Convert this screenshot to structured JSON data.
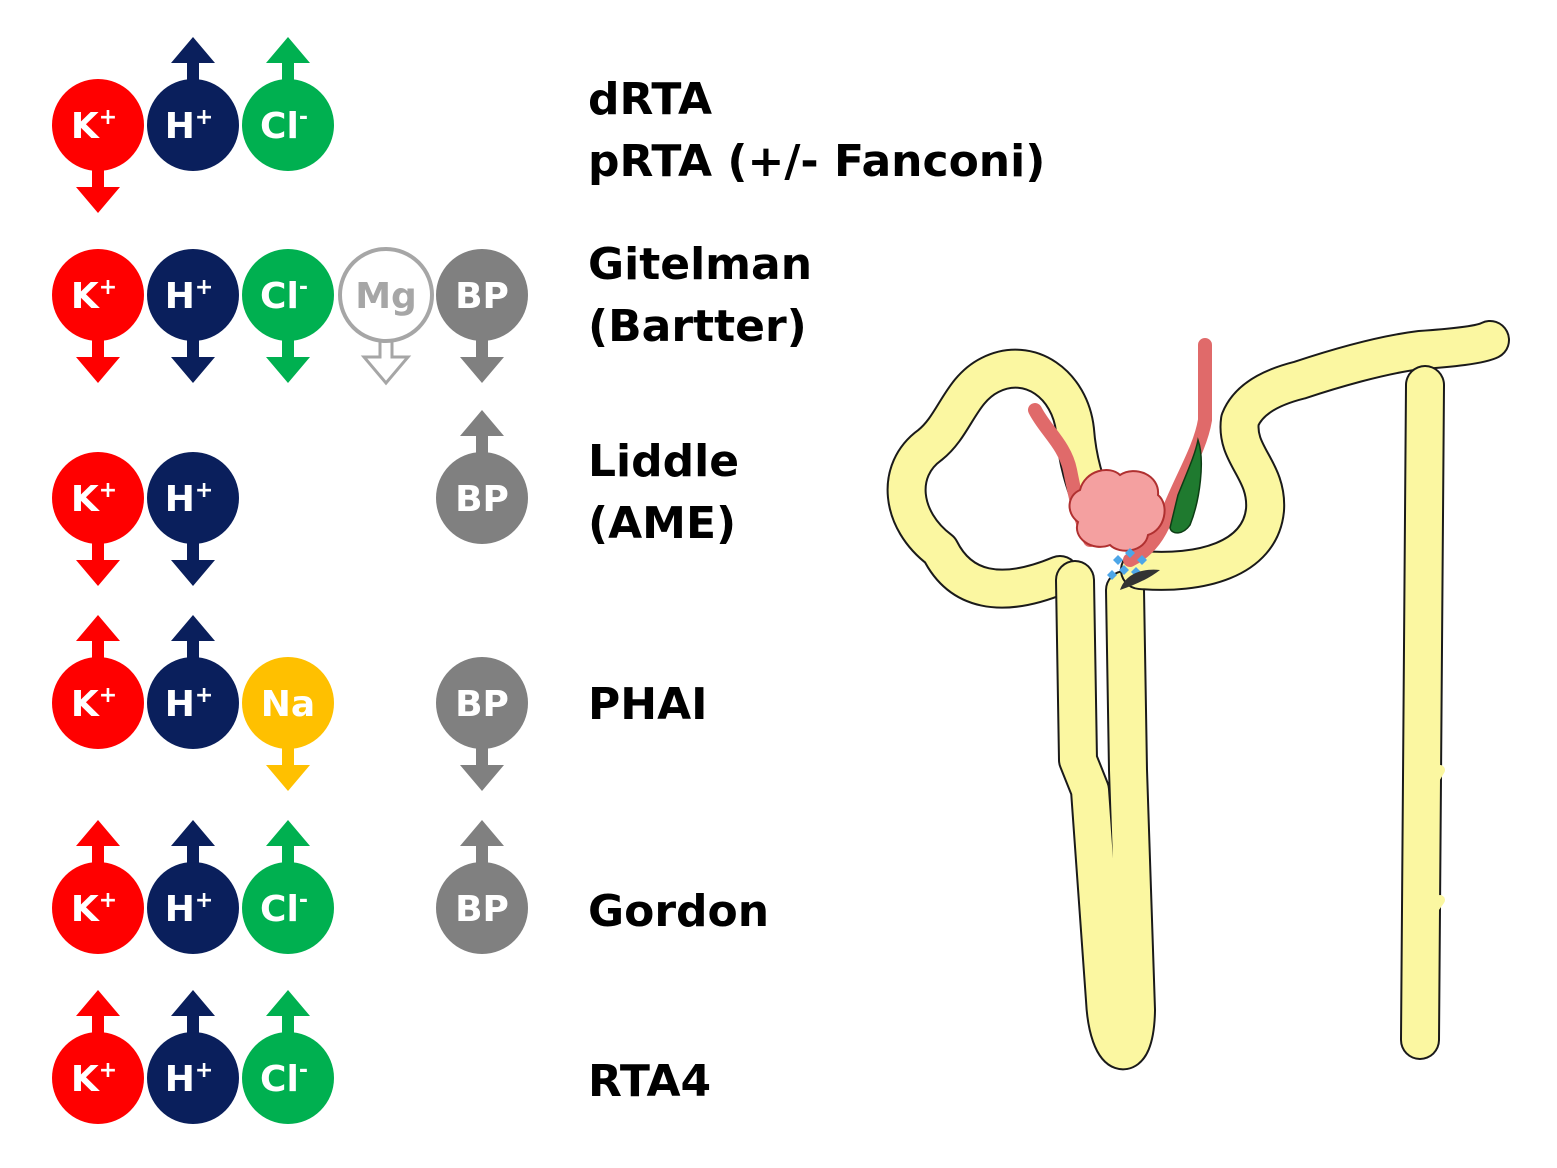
{
  "colors": {
    "K": "#ff0000",
    "H": "#0a1f5c",
    "Cl": "#00b050",
    "Na": "#ffc000",
    "BP": "#808080",
    "Mg_outline": "#a6a6a6",
    "tubule": "#fbf7a1",
    "tubule_outline": "#1a1a1a",
    "glomerulus": "#f4a0a0",
    "vessel": "#e06a6a",
    "macula": "#1f7a2f",
    "renin": "#4da6e8"
  },
  "icons": {
    "up": "up-arrow-icon",
    "down": "down-arrow-icon",
    "down_hollow": "hollow-down-arrow-icon",
    "nephron": "nephron-illustration"
  },
  "ions": {
    "K": {
      "main": "K",
      "sup": "+"
    },
    "H": {
      "main": "H",
      "sup": "+"
    },
    "Cl": {
      "main": "Cl",
      "sup": "-"
    },
    "Na": {
      "main": "Na",
      "sup": ""
    },
    "Mg": {
      "main": "Mg",
      "sup": ""
    },
    "BP": {
      "main": "BP",
      "sup": ""
    }
  },
  "rows": [
    {
      "id": "drta",
      "labels": [
        "dRTA",
        "pRTA (+/- Fanconi)"
      ],
      "badges": [
        {
          "ion": "K",
          "arrow": "down"
        },
        {
          "ion": "H",
          "arrow": "up"
        },
        {
          "ion": "Cl",
          "arrow": "up"
        }
      ]
    },
    {
      "id": "gitelman",
      "labels": [
        "Gitelman",
        "(Bartter)"
      ],
      "badges": [
        {
          "ion": "K",
          "arrow": "down"
        },
        {
          "ion": "H",
          "arrow": "down"
        },
        {
          "ion": "Cl",
          "arrow": "down"
        },
        {
          "ion": "Mg",
          "arrow": "down",
          "hollow": true
        },
        {
          "ion": "BP",
          "arrow": "down"
        }
      ]
    },
    {
      "id": "liddle",
      "labels": [
        "Liddle",
        "(AME)"
      ],
      "badges": [
        {
          "ion": "K",
          "arrow": "down"
        },
        {
          "ion": "H",
          "arrow": "down"
        },
        {
          "ion": "BP",
          "arrow": "up"
        }
      ]
    },
    {
      "id": "phai",
      "labels": [
        "PHAI"
      ],
      "badges": [
        {
          "ion": "K",
          "arrow": "up"
        },
        {
          "ion": "H",
          "arrow": "up"
        },
        {
          "ion": "Na",
          "arrow": "down"
        },
        {
          "ion": "BP",
          "arrow": "down"
        }
      ]
    },
    {
      "id": "gordon",
      "labels": [
        "Gordon"
      ],
      "badges": [
        {
          "ion": "K",
          "arrow": "up"
        },
        {
          "ion": "H",
          "arrow": "up"
        },
        {
          "ion": "Cl",
          "arrow": "up"
        },
        {
          "ion": "BP",
          "arrow": "up"
        }
      ]
    },
    {
      "id": "rta4",
      "labels": [
        "RTA4"
      ],
      "badges": [
        {
          "ion": "K",
          "arrow": "up"
        },
        {
          "ion": "H",
          "arrow": "up"
        },
        {
          "ion": "Cl",
          "arrow": "up"
        }
      ]
    }
  ]
}
